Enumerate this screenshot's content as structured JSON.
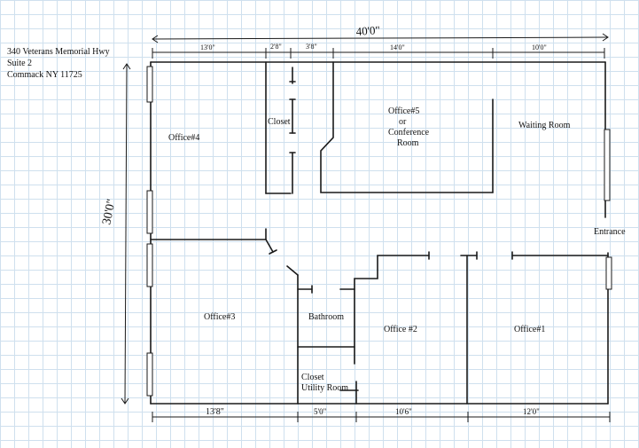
{
  "address": {
    "line1": "340 Veterans Memorial Hwy",
    "line2": "Suite 2",
    "line3": "Commack NY 11725"
  },
  "dimensions": {
    "overall_width": "40'0\"",
    "overall_depth": "30'0\"",
    "top_1": "13'0\"",
    "top_2": "2'8\"",
    "top_3": "3'8\"",
    "top_4": "14'0\"",
    "top_5": "10'0\"",
    "bottom_1": "13'8\"",
    "bottom_2": "5'0\"",
    "bottom_3": "10'6\"",
    "bottom_4": "12'0\""
  },
  "rooms": {
    "office4": "Office#4",
    "closet": "Closet",
    "office5_line1": "Office#5",
    "office5_line2": "or",
    "office5_line3": "Conference",
    "office5_line4": "Room",
    "waiting_room": "Waiting Room",
    "entrance": "Entrance",
    "office3": "Office#3",
    "bathroom": "Bathroom",
    "office2": "Office #2",
    "office1": "Office#1",
    "utility_line1": "Closet",
    "utility_line2": "Utility Room"
  }
}
